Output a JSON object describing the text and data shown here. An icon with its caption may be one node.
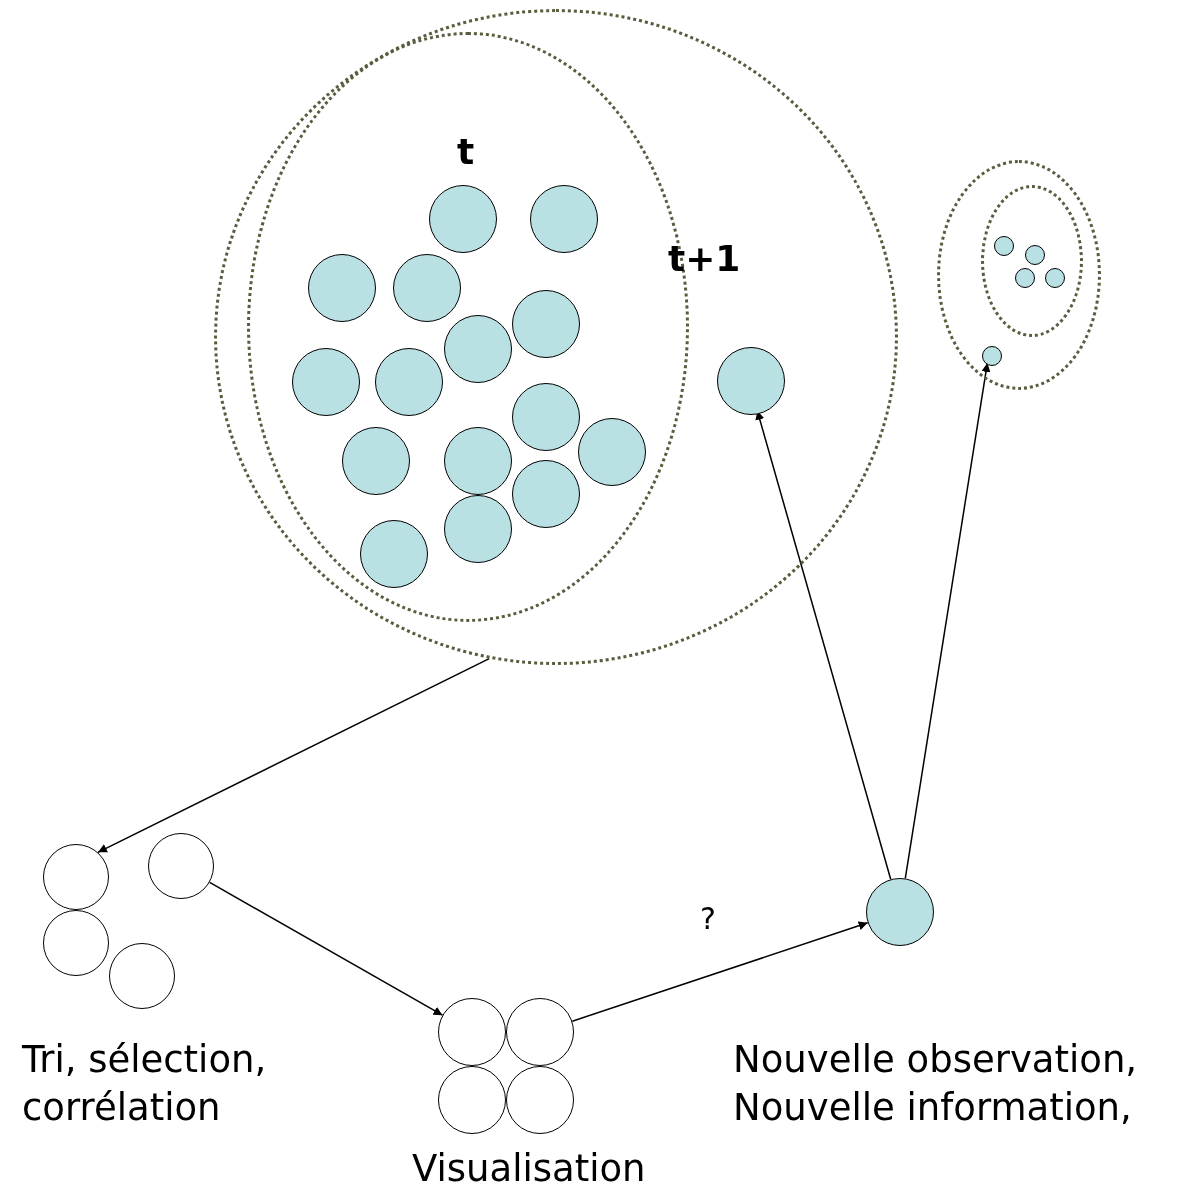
{
  "diagram": {
    "nodes": [
      {
        "text": [],
        "shape": "circle"
      },
      {
        "text": [
          "t"
        ],
        "in": 0
      },
      {
        "text": [],
        "shape": "circle",
        "in": 1
      },
      {
        "text": [],
        "shape": "circle",
        "in": 1
      },
      {
        "text": [],
        "shape": "circle",
        "in": 1
      },
      {
        "text": [],
        "shape": "circle",
        "in": 1
      },
      {
        "text": [],
        "shape": "circle",
        "in": 1
      },
      {
        "text": [],
        "shape": "circle",
        "in": 1
      },
      {
        "text": [],
        "shape": "circle",
        "in": 1
      },
      {
        "text": [],
        "shape": "circle",
        "in": 1
      },
      {
        "text": [],
        "shape": "circle",
        "in": 1
      },
      {
        "text": [],
        "shape": "circle",
        "in": 1
      },
      {
        "text": [],
        "shape": "circle",
        "in": 1
      },
      {
        "text": [],
        "shape": "circle",
        "in": 1
      },
      {
        "text": [],
        "shape": "circle",
        "in": 1
      },
      {
        "text": [],
        "shape": "circle",
        "in": 1
      },
      {
        "text": [],
        "shape": "circle",
        "in": 1
      },
      {
        "text": [],
        "shape": "circle",
        "in": 0,
        "beside": [
          "t+1"
        ]
      },
      {
        "text": [],
        "shape": "circle"
      },
      {
        "text": [],
        "shape": "circle",
        "in": 18
      },
      {
        "text": [],
        "shape": "circle",
        "in": 19
      },
      {
        "text": [],
        "shape": "circle",
        "in": 19
      },
      {
        "text": [],
        "shape": "circle",
        "in": 19
      },
      {
        "text": [],
        "shape": "circle",
        "in": 19
      },
      {
        "text": [],
        "shape": "circle",
        "in": 18
      },
      {
        "text": [],
        "shape": "circle"
      },
      {
        "text": [],
        "shape": "circle"
      },
      {
        "text": [],
        "shape": "circle"
      },
      {
        "text": [],
        "shape": "circle"
      },
      {
        "text": [],
        "shape": "circle"
      },
      {
        "text": [],
        "shape": "circle"
      },
      {
        "text": [],
        "shape": "circle"
      },
      {
        "text": [],
        "shape": "circle"
      },
      {
        "text": [],
        "shape": "circle"
      }
    ],
    "edges": [
      {
        "from": 0,
        "to": 25,
        "arrow": "to"
      },
      {
        "from": 26,
        "to": 29,
        "arrow": "to"
      },
      {
        "from": 30,
        "to": 33,
        "arrow": "to",
        "label": "?"
      },
      {
        "from": 33,
        "to": 17,
        "arrow": "to"
      },
      {
        "from": 33,
        "to": 24,
        "arrow": "to"
      }
    ],
    "labels": [
      "Tri, sélection, corrélation",
      "Visualisation",
      "Nouvelle observation, Nouvelle information,"
    ]
  }
}
